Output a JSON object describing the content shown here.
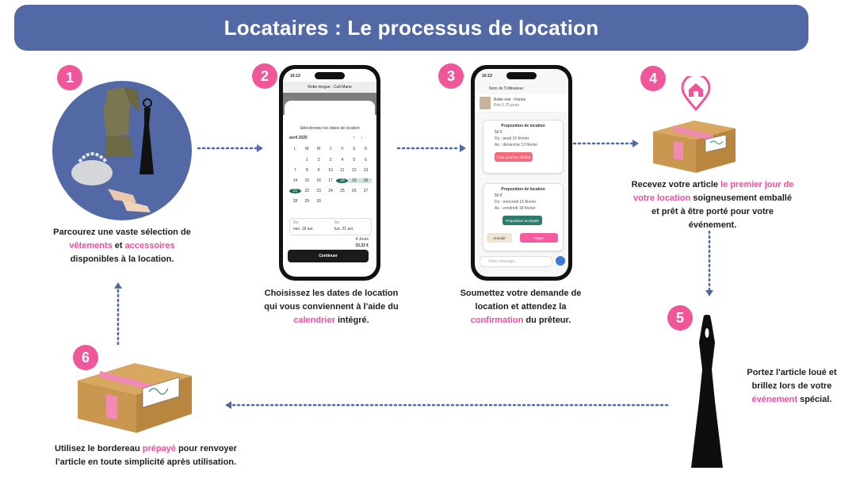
{
  "title": "Locataires : Le processus de location",
  "colors": {
    "banner": "#5269a6",
    "badge": "#f0569a",
    "highlight": "#ee4fa0",
    "arrow": "#5269a6",
    "box": "#c9974f",
    "tape": "#f28ab6"
  },
  "steps": [
    {
      "number": "1",
      "parts": [
        "Parcourez une vaste sélection de ",
        "vêtements",
        " et ",
        "accessoires",
        " disponibles à la location."
      ]
    },
    {
      "number": "2",
      "parts": [
        "Choisissez les dates de location qui vous conviennent à l'aide du ",
        "calendrier",
        " intégré."
      ]
    },
    {
      "number": "3",
      "parts": [
        "Soumettez votre demande de location et attendez la ",
        "confirmation",
        " du prêteur."
      ]
    },
    {
      "number": "4",
      "parts": [
        "Recevez votre article ",
        "le premier jour de votre location",
        " soigneusement emballé et prêt à être porté pour votre événement."
      ]
    },
    {
      "number": "5",
      "parts": [
        "Portez l'article loué et brillez lors de votre ",
        "événement",
        " spécial."
      ]
    },
    {
      "number": "6",
      "parts": [
        "Utilisez le bordereau ",
        "prépayé",
        " pour renvoyer l'article en toute simplicité après utilisation."
      ]
    }
  ],
  "icons": {
    "step1": "clothing-collage",
    "step2": "smartphone-calendar",
    "step3": "smartphone-chat",
    "step4": "home-location-pin-icon",
    "step4b": "parcel-box",
    "step5": "black-halter-dress",
    "step6": "parcel-box"
  },
  "phone2": {
    "time": "10:13",
    "header": "Robe longue - Cult Mane",
    "modal_title": "Sélectionnez les dates de location",
    "month": "avril 2025",
    "weekdays": [
      "L",
      "M",
      "M",
      "J",
      "V",
      "S",
      "D"
    ],
    "days": [
      "",
      "1",
      "2",
      "3",
      "4",
      "5",
      "6",
      "7",
      "8",
      "9",
      "10",
      "11",
      "12",
      "13",
      "14",
      "15",
      "16",
      "17",
      "18",
      "19",
      "20",
      "21",
      "22",
      "23",
      "24",
      "25",
      "26",
      "27",
      "28",
      "29",
      "30",
      "",
      "",
      "",
      ""
    ],
    "from_label": "Du",
    "from_value": "ven. 18 avr.",
    "to_label": "Au",
    "to_value": "lun. 21 avr.",
    "duration": "4 Jours",
    "price": "33,33 €",
    "button": "Continuer"
  },
  "phone3": {
    "time": "10:13",
    "contact": "Nom de l'Utilisateur",
    "item_title": "Robe noir - Fonce",
    "item_sub": "Prix 5,75 jours",
    "card1_title": "Proposition de location",
    "card1_price": "50 €",
    "card1_line1": "Du : jeudi 10 février",
    "card1_line2": "Au : dimanche 13 février",
    "card1_button": "Vous pourriez décliné",
    "card2_title": "Proposition de location",
    "card2_price": "50 €",
    "card2_line1": "Du : mercredi 16 février",
    "card2_line2": "Au : vendredi 18 février",
    "card2_status": "Proposition acceptée",
    "cancel": "Annuler",
    "pay": "Payer",
    "input_placeholder": "Votre message..."
  }
}
